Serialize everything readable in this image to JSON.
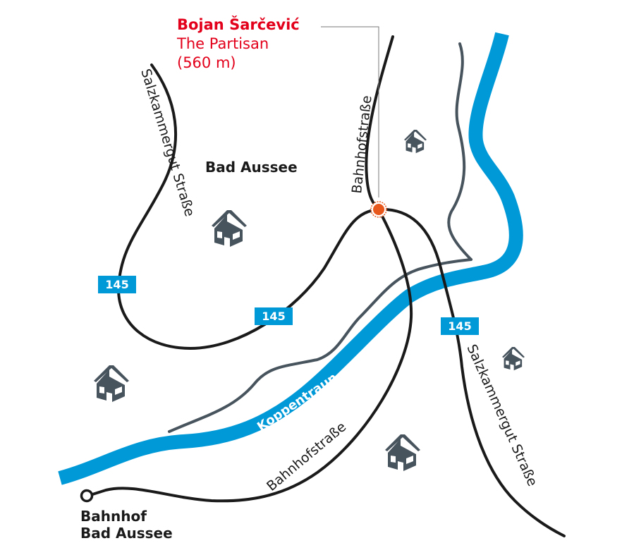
{
  "poi": {
    "name": "Bojan Šarčević",
    "work": "The Partisan",
    "distance": "(560 m)"
  },
  "places": {
    "town": "Bad Aussee",
    "station_line1": "Bahnhof",
    "station_line2": "Bad Aussee"
  },
  "streets": {
    "salzkammergut_west": "Salzkammergut Straße",
    "bahnhof_north": "Bahnhofstraße",
    "bahnhof_south": "Bahnhofstraße",
    "salzkammergut_east": "Salzkammergut Straße"
  },
  "river": "Koppentraun",
  "route_shields": [
    "145",
    "145",
    "145"
  ],
  "colors": {
    "poi": "#e2001a",
    "river": "#0099d8",
    "marker": "#e8571c",
    "house": "#47535d"
  }
}
